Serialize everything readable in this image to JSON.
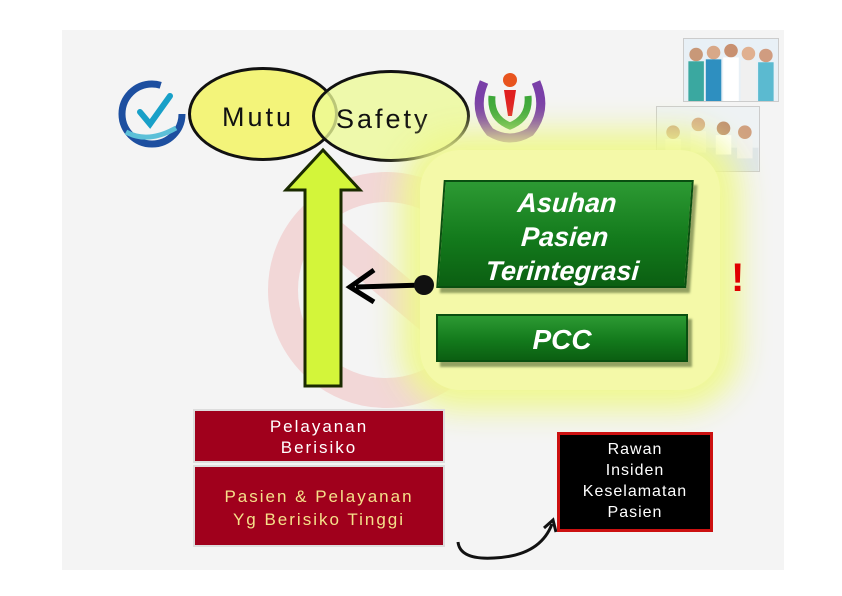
{
  "ellipses": {
    "left": "Mutu",
    "right": "Safety"
  },
  "asuhan": {
    "lines": [
      "Asuhan",
      "Pasien",
      "Terintegrasi"
    ]
  },
  "pcc": {
    "label": "PCC"
  },
  "red_boxes": {
    "top": [
      "Pelayanan",
      "Berisiko"
    ],
    "bottom": [
      "Pasien & Pelayanan",
      "Yg Berisiko Tinggi"
    ]
  },
  "black_box": {
    "lines": [
      "Rawan",
      "Insiden",
      "Keselamatan",
      "Pasien"
    ]
  },
  "alert_mark": "!",
  "colors": {
    "ellipse_mutu": "#f3f47a",
    "ellipse_safety": "#ecfa96",
    "arrow_fill": "#d3f53a",
    "green_box": "#137a1c",
    "red_box": "#a0001c",
    "black_box": "#000000",
    "alert": "#e00000",
    "glow": "#f4f9a8"
  },
  "icons": [
    "quality-logo-icon",
    "patient-safety-logo-icon",
    "medical-staff-photo",
    "meeting-photo"
  ]
}
